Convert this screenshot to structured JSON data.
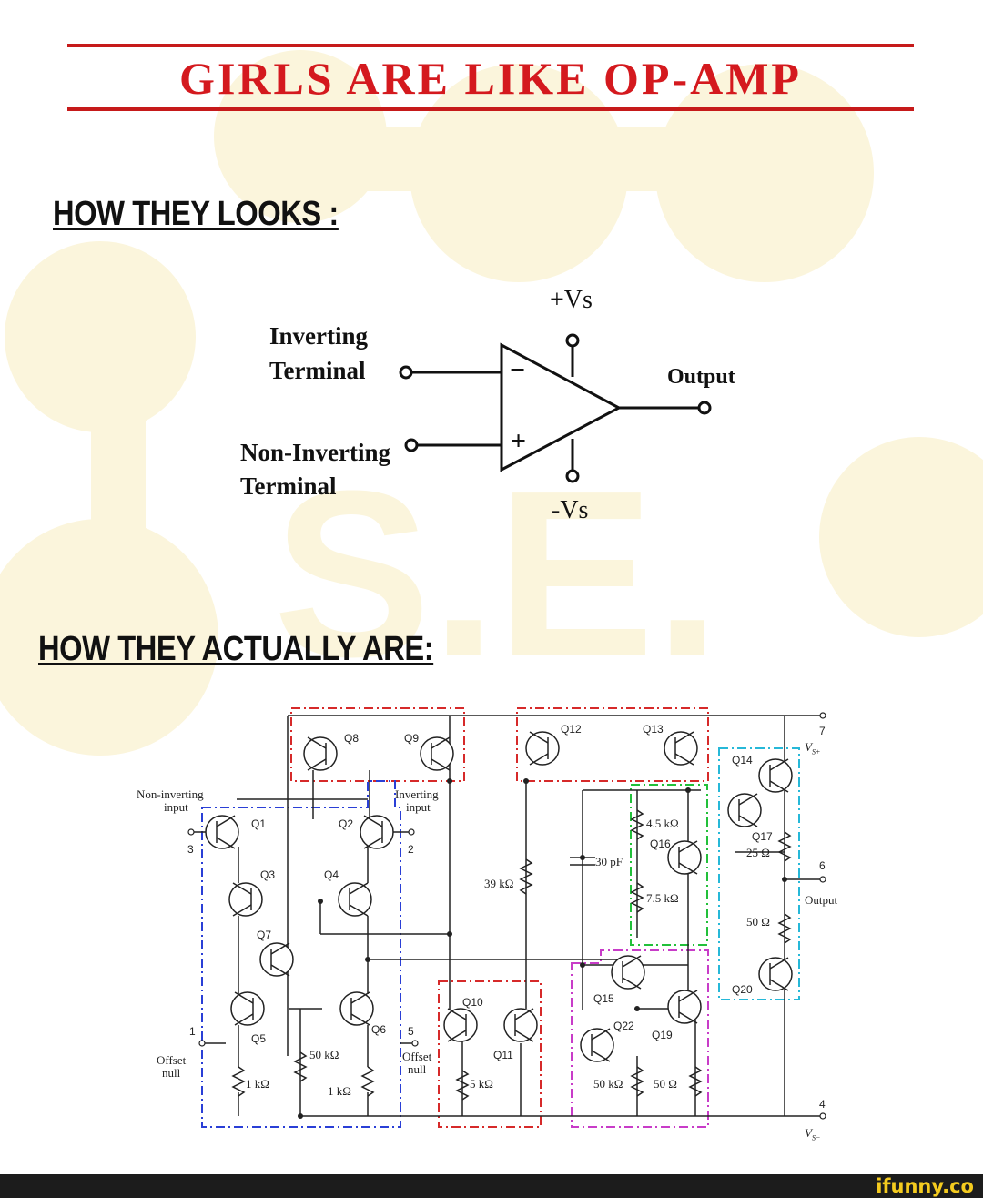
{
  "title": "GIRLS ARE LIKE OP-AMP",
  "heading_looks": "HOW THEY LOOKS :",
  "heading_actual": "HOW THEY ACTUALLY ARE:",
  "opamp": {
    "inverting_line1": "Inverting",
    "inverting_line2": "Terminal",
    "noninverting_line1": "Non-Inverting",
    "noninverting_line2": "Terminal",
    "vplus": "+Vs",
    "vminus": "-Vs",
    "output": "Output",
    "minus_sign": "−",
    "plus_sign": "+"
  },
  "schematic": {
    "noninv_input_1": "Non-inverting",
    "noninv_input_2": "input",
    "inv_input_1": "Inverting",
    "inv_input_2": "input",
    "pin3": "3",
    "pin2": "2",
    "pin1": "1",
    "pin5": "5",
    "pin7": "7",
    "pin6": "6",
    "pin4": "4",
    "vs_plus": "V",
    "vs_plus_sub": "S+",
    "vs_minus": "V",
    "vs_minus_sub": "S−",
    "output": "Output",
    "offset_null_left_1": "Offset",
    "offset_null_left_2": "null",
    "offset_null_right_1": "Offset",
    "offset_null_right_2": "null",
    "transistors": [
      "Q1",
      "Q2",
      "Q3",
      "Q4",
      "Q5",
      "Q6",
      "Q7",
      "Q8",
      "Q9",
      "Q10",
      "Q11",
      "Q12",
      "Q13",
      "Q14",
      "Q15",
      "Q16",
      "Q17",
      "Q19",
      "Q20",
      "Q22"
    ],
    "r_39k": "39 kΩ",
    "r_4_5k": "4.5 kΩ",
    "r_7_5k": "7.5 kΩ",
    "r_25": "25 Ω",
    "r_50_out": "50 Ω",
    "r_50k_left": "50 kΩ",
    "r_1k_a": "1 kΩ",
    "r_1k_b": "1 kΩ",
    "r_5k": "5 kΩ",
    "r_50k_right": "50 kΩ",
    "r_50_right": "50 Ω",
    "cap_30p": "30 pF"
  },
  "brand": "ifunny.co",
  "colors": {
    "title_red": "#d4191e",
    "watermark_yellow": "#fbf3d2",
    "box_red": "#d62a2a",
    "box_blue": "#2a3fd6",
    "box_green": "#22c03a",
    "box_magenta": "#c83cc8",
    "box_cyan": "#26b8d8",
    "brand_yellow": "#f4cb1f"
  }
}
